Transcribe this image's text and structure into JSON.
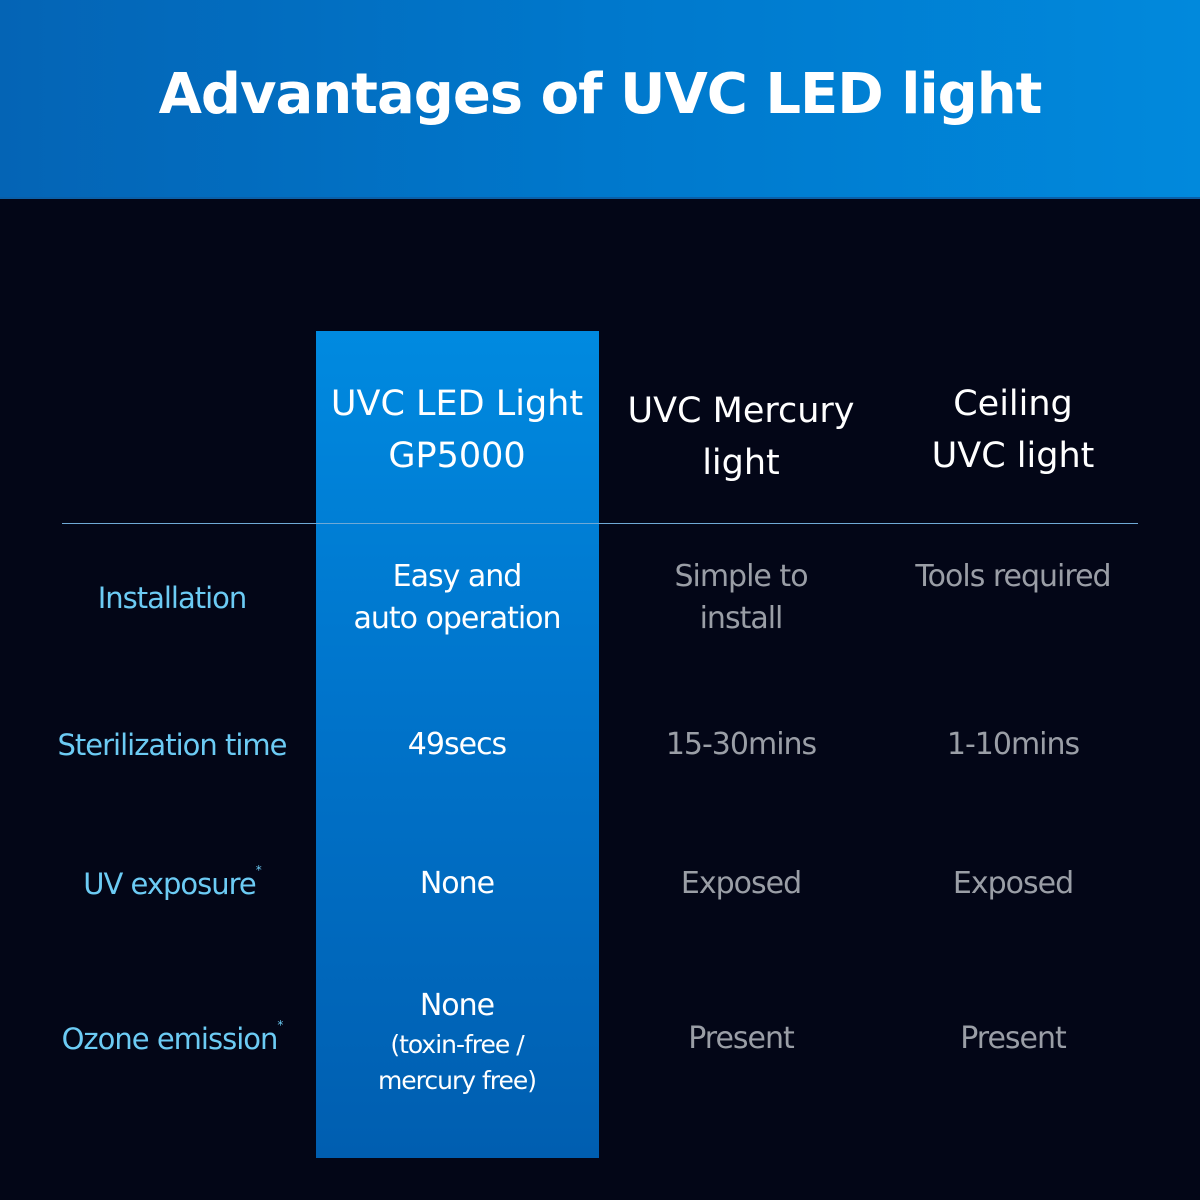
{
  "title": "Advantages of UVC LED light",
  "columns": [
    {
      "line1": "UVC LED Light",
      "line2": "GP5000"
    },
    {
      "line1": "UVC Mercury",
      "line2": "light"
    },
    {
      "line1": "Ceiling",
      "line2": "UVC light"
    }
  ],
  "rows": [
    {
      "label": "Installation",
      "mark": "",
      "led": [
        "Easy and",
        "auto operation"
      ],
      "mercury": [
        "Simple to",
        "install"
      ],
      "ceiling": "Tools required"
    },
    {
      "label": "Sterilization time",
      "mark": "",
      "led": "49secs",
      "mercury": "15-30mins",
      "ceiling": "1-10mins"
    },
    {
      "label": "UV exposure",
      "mark": "*",
      "led": "None",
      "mercury": "Exposed",
      "ceiling": "Exposed"
    },
    {
      "label": "Ozone emission",
      "mark": "*",
      "led": "None",
      "led_sub": [
        "(toxin-free /",
        "mercury free)"
      ],
      "mercury": "Present",
      "ceiling": "Present"
    }
  ],
  "colors": {
    "accent": "#0078cc",
    "background": "#030617",
    "label": "#6ccbf4"
  }
}
